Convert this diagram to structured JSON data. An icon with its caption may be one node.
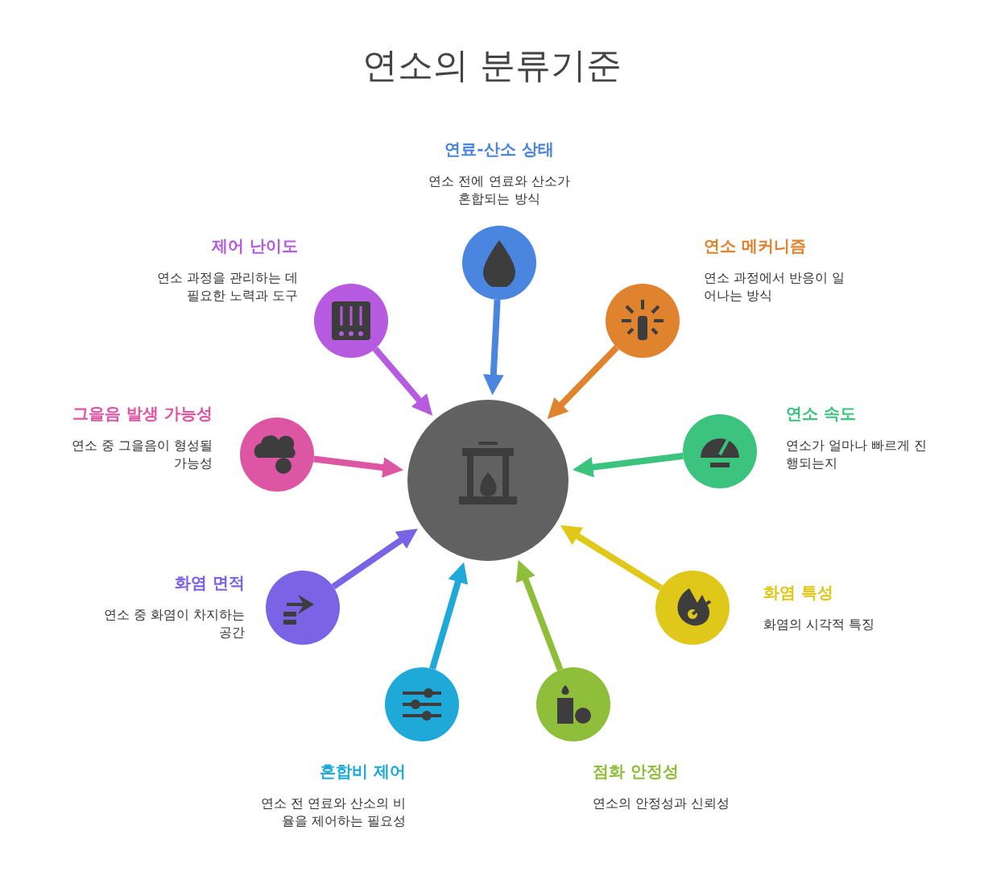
{
  "diagram": {
    "title": "연소의 분류기준",
    "nodes": [
      {
        "text": [],
        "shape": "circle"
      },
      {
        "text": [
          "연료-산소 상태",
          "연소 전에 연료와 산소가 혼합되는 방식"
        ]
      },
      {
        "text": [
          "연소 메커니즘",
          "연소 과정에서 반응이 일어나는 방식"
        ]
      },
      {
        "text": [
          "연소 속도",
          "연소가 얼마나 빠르게 진행되는지"
        ]
      },
      {
        "text": [
          "화염 특성",
          "화염의 시각적 특징"
        ]
      },
      {
        "text": [
          "점화 안정성",
          "연소의 안정성과 신뢰성"
        ]
      },
      {
        "text": [
          "혼합비 제어",
          "연소 전 연료와 산소의 비율을 제어하는 필요성"
        ]
      },
      {
        "text": [
          "화염 면적",
          "연소 중 화염이 차지하는 공간"
        ]
      },
      {
        "text": [
          "그을음 발생 가능성",
          "연소 중 그을음이 형성될 가능성"
        ]
      },
      {
        "text": [
          "제어 난이도",
          "연소 과정을 관리하는 데 필요한 노력과 도구"
        ]
      }
    ],
    "edges": [
      {
        "from": 1,
        "to": 0,
        "arrow": "to",
        "color": "#4a86e0"
      },
      {
        "from": 2,
        "to": 0,
        "arrow": "to",
        "color": "#e0832f"
      },
      {
        "from": 3,
        "to": 0,
        "arrow": "to",
        "color": "#3cc47e"
      },
      {
        "from": 4,
        "to": 0,
        "arrow": "to",
        "color": "#e0c81a"
      },
      {
        "from": 5,
        "to": 0,
        "arrow": "to",
        "color": "#8fbe3a"
      },
      {
        "from": 6,
        "to": 0,
        "arrow": "to",
        "color": "#1ea9d8"
      },
      {
        "from": 7,
        "to": 0,
        "arrow": "to",
        "color": "#7b63e6"
      },
      {
        "from": 8,
        "to": 0,
        "arrow": "to",
        "color": "#dc56a4"
      },
      {
        "from": 9,
        "to": 0,
        "arrow": "to",
        "color": "#b65ae0"
      }
    ]
  }
}
